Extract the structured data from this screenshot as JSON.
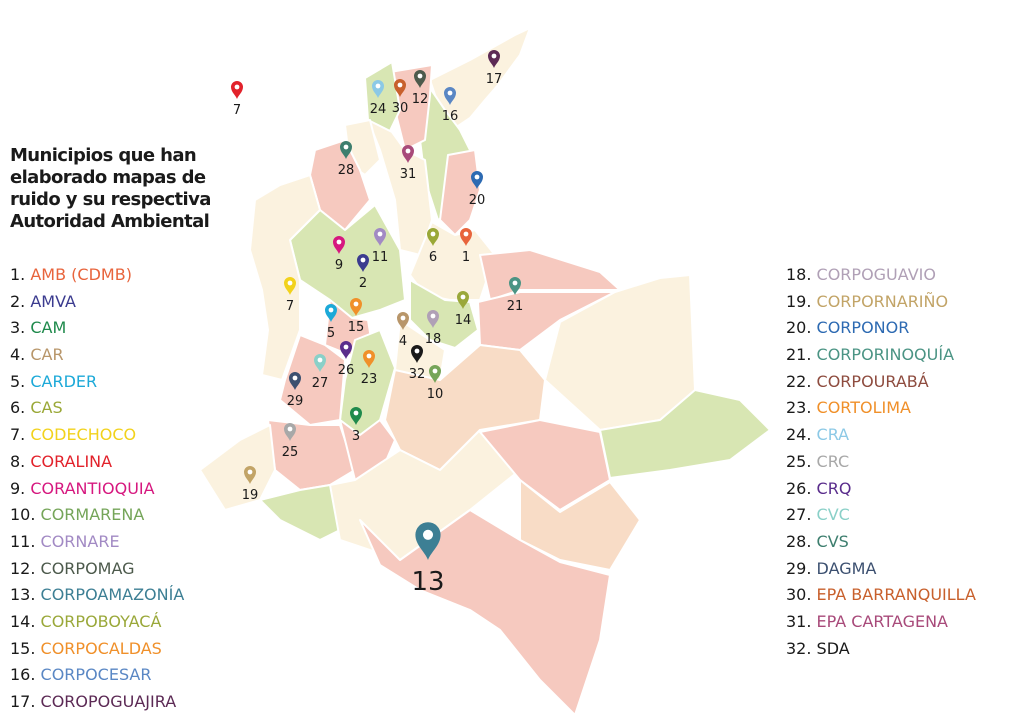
{
  "title_lines": [
    "Municipios que han",
    "elaborado mapas de",
    "ruido y su respectiva",
    "Autoridad Ambiental"
  ],
  "legend": [
    {
      "num": "1.",
      "name": "AMB (CDMB)",
      "color": "#e8643c"
    },
    {
      "num": "2.",
      "name": "AMVA",
      "color": "#3b3b8f"
    },
    {
      "num": "3.",
      "name": "CAM",
      "color": "#1f8a4c"
    },
    {
      "num": "4.",
      "name": "CAR",
      "color": "#b8966a"
    },
    {
      "num": "5.",
      "name": "CARDER",
      "color": "#1ca9d8"
    },
    {
      "num": "6.",
      "name": "CAS",
      "color": "#9aa837"
    },
    {
      "num": "7.",
      "name": "CODECHOCO",
      "color": "#f2d21c"
    },
    {
      "num": "8.",
      "name": "CORALINA",
      "color": "#e2222b"
    },
    {
      "num": "9.",
      "name": "CORANTIOQUIA",
      "color": "#d6187f"
    },
    {
      "num": "10.",
      "name": "CORMARENA",
      "color": "#75a559"
    },
    {
      "num": "11.",
      "name": "CORNARE",
      "color": "#a28ac4"
    },
    {
      "num": "12.",
      "name": "CORPOMAG",
      "color": "#4d5a4c"
    },
    {
      "num": "13.",
      "name": "CORPOAMAZONÍA",
      "color": "#3d7f94"
    },
    {
      "num": "14.",
      "name": "CORPOBOYACÁ",
      "color": "#9aa83a"
    },
    {
      "num": "15.",
      "name": "CORPOCALDAS",
      "color": "#f0902a"
    },
    {
      "num": "16.",
      "name": "CORPOCESAR",
      "color": "#5a87c4"
    },
    {
      "num": "17.",
      "name": "COROPOGUAJIRA",
      "color": "#5c2a55"
    },
    {
      "num": "18.",
      "name": "CORPOGUAVIO",
      "color": "#b0a0b6"
    },
    {
      "num": "19.",
      "name": "CORPORNARIÑO",
      "color": "#c2a467"
    },
    {
      "num": "20.",
      "name": "CORPONOR",
      "color": "#2d6ab2"
    },
    {
      "num": "21.",
      "name": "CORPORINOQUÍA",
      "color": "#4b9484"
    },
    {
      "num": "22.",
      "name": "CORPOURABÁ",
      "color": "#8e4c3f"
    },
    {
      "num": "23.",
      "name": "CORTOLIMA",
      "color": "#f0902a"
    },
    {
      "num": "24.",
      "name": "CRA",
      "color": "#8cc9e6"
    },
    {
      "num": "25.",
      "name": "CRC",
      "color": "#a8a8a8"
    },
    {
      "num": "26.",
      "name": "CRQ",
      "color": "#5a2d8c"
    },
    {
      "num": "27.",
      "name": "CVC",
      "color": "#8ad0c8"
    },
    {
      "num": "28.",
      "name": "CVS",
      "color": "#3d7e6e"
    },
    {
      "num": "29.",
      "name": "DAGMA",
      "color": "#3c5070"
    },
    {
      "num": "30.",
      "name": "EPA BARRANQUILLA",
      "color": "#c8602c"
    },
    {
      "num": "31.",
      "name": "EPA CARTAGENA",
      "color": "#a84a7a"
    },
    {
      "num": "32.",
      "name": "SDA",
      "color": "#1a1a1a"
    }
  ],
  "markers": [
    {
      "label": "1",
      "ref": 1
    },
    {
      "label": "2",
      "ref": 2
    },
    {
      "label": "3",
      "ref": 3
    },
    {
      "label": "4",
      "ref": 4
    },
    {
      "label": "5",
      "ref": 5
    },
    {
      "label": "6",
      "ref": 6
    },
    {
      "label": "7",
      "ref": 7
    },
    {
      "label": "7",
      "ref": 8
    },
    {
      "label": "9",
      "ref": 9
    },
    {
      "label": "10",
      "ref": 10
    },
    {
      "label": "11",
      "ref": 11
    },
    {
      "label": "12",
      "ref": 12
    },
    {
      "label": "13",
      "ref": 13
    },
    {
      "label": "14",
      "ref": 14
    },
    {
      "label": "15",
      "ref": 15
    },
    {
      "label": "16",
      "ref": 16
    },
    {
      "label": "17",
      "ref": 17
    },
    {
      "label": "18",
      "ref": 18
    },
    {
      "label": "19",
      "ref": 19
    },
    {
      "label": "20",
      "ref": 20
    },
    {
      "label": "21",
      "ref": 21
    },
    {
      "label": "23",
      "ref": 23
    },
    {
      "label": "24",
      "ref": 24
    },
    {
      "label": "25",
      "ref": 25
    },
    {
      "label": "26",
      "ref": 26
    },
    {
      "label": "27",
      "ref": 27
    },
    {
      "label": "28",
      "ref": 28
    },
    {
      "label": "29",
      "ref": 29
    },
    {
      "label": "30",
      "ref": 30
    },
    {
      "label": "31",
      "ref": 31
    },
    {
      "label": "32",
      "ref": 32
    }
  ],
  "colors": {
    "region_cream": "#fbf2df",
    "region_pink": "#f6c9bf",
    "region_peach": "#f8dcc6",
    "region_green": "#d8e6b3",
    "water_outline": "#ffffff"
  }
}
